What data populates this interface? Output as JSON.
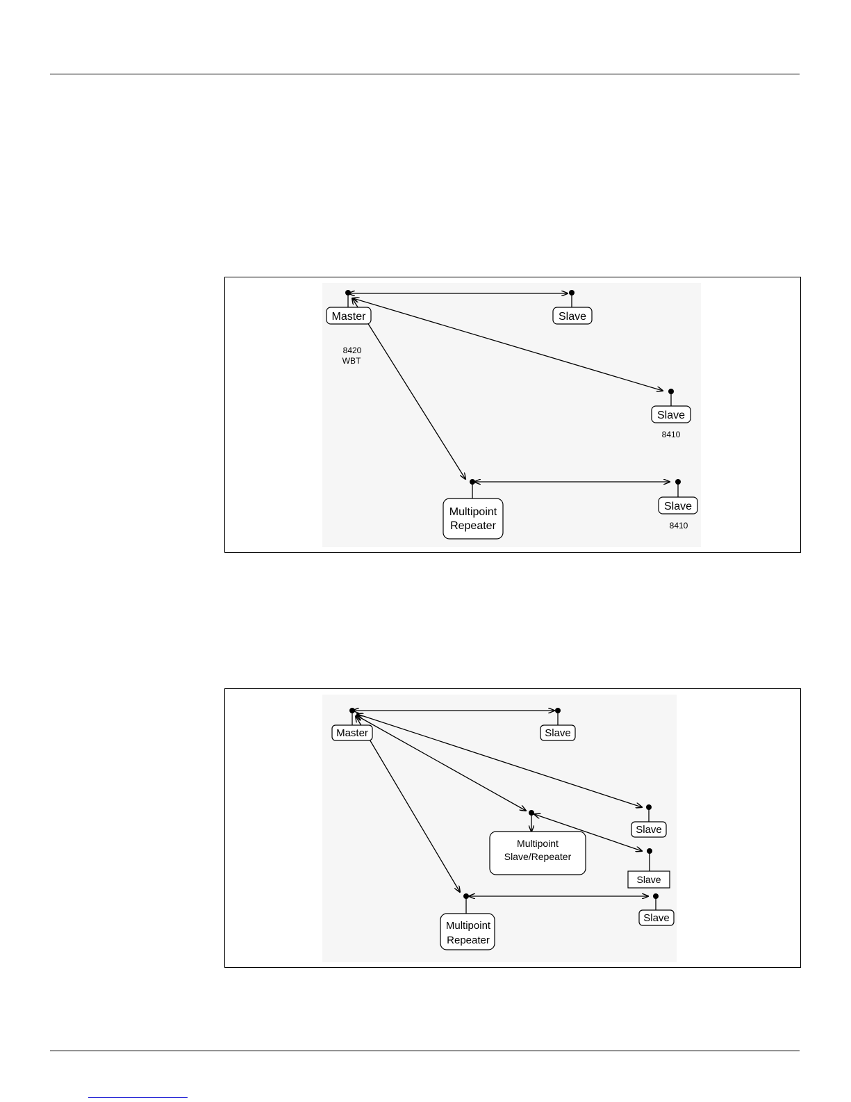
{
  "figure1": {
    "master": "Master",
    "master_note": [
      "8420",
      "WBT"
    ],
    "slave_top": "Slave",
    "slave_right": "Slave",
    "slave_right_note": "8410",
    "repeater": [
      "Multipoint",
      "Repeater"
    ],
    "slave_bottom": "Slave",
    "slave_bottom_note": "8410"
  },
  "figure2": {
    "master": "Master",
    "slave_top": "Slave",
    "slave_right": "Slave",
    "slave_repeater": [
      "Multipoint",
      "Slave/Repeater"
    ],
    "slave_mid": "Slave",
    "repeater": [
      "Multipoint",
      "Repeater"
    ],
    "slave_bottom": "Slave"
  },
  "colors": {
    "line": "#000000",
    "link": "#2a2ad6",
    "figure_background": "#f6f6f6"
  }
}
